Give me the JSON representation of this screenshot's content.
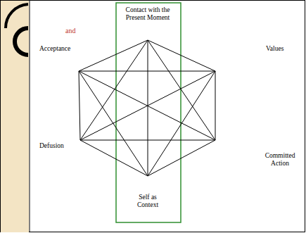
{
  "diagram": {
    "nodes": [
      {
        "text": [
          "Contact with the Present Moment"
        ]
      },
      {
        "text": [
          "Acceptance"
        ]
      },
      {
        "text": [
          "Values"
        ]
      },
      {
        "text": [
          "Defusion"
        ]
      },
      {
        "text": [
          "Committed Action"
        ]
      },
      {
        "text": [
          "Self as Context"
        ]
      }
    ],
    "edges": [
      {
        "from": 0,
        "to": 1,
        "arrow": "none"
      },
      {
        "from": 0,
        "to": 2,
        "arrow": "none"
      },
      {
        "from": 0,
        "to": 3,
        "arrow": "none"
      },
      {
        "from": 0,
        "to": 4,
        "arrow": "none"
      },
      {
        "from": 0,
        "to": 5,
        "arrow": "none"
      },
      {
        "from": 1,
        "to": 2,
        "arrow": "none"
      },
      {
        "from": 1,
        "to": 3,
        "arrow": "none"
      },
      {
        "from": 1,
        "to": 4,
        "arrow": "none"
      },
      {
        "from": 1,
        "to": 5,
        "arrow": "none"
      },
      {
        "from": 2,
        "to": 3,
        "arrow": "none"
      },
      {
        "from": 2,
        "to": 4,
        "arrow": "none"
      },
      {
        "from": 2,
        "to": 5,
        "arrow": "none"
      },
      {
        "from": 3,
        "to": 4,
        "arrow": "none"
      },
      {
        "from": 3,
        "to": 5,
        "arrow": "none"
      },
      {
        "from": 4,
        "to": 5,
        "arrow": "none"
      }
    ],
    "labels": [
      "and"
    ]
  }
}
